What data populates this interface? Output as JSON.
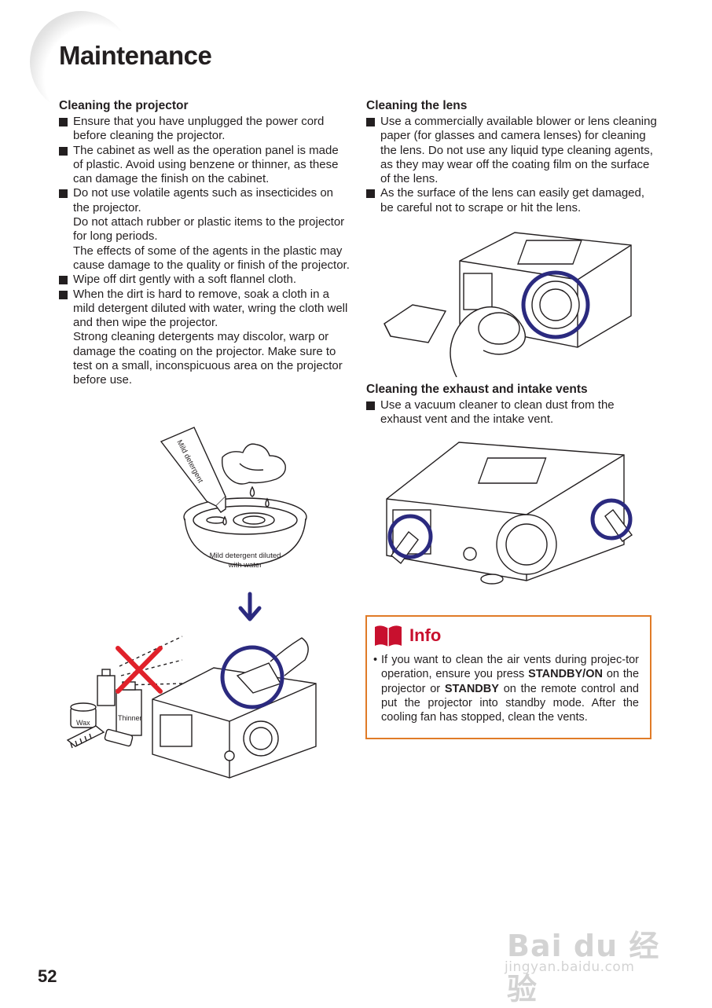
{
  "page": {
    "title": "Maintenance",
    "page_number": "52"
  },
  "cleaning_projector": {
    "heading": "Cleaning the projector",
    "items": [
      [
        "Ensure that you have unplugged the power cord before cleaning the projector."
      ],
      [
        "The cabinet as well as the operation panel is made of plastic. Avoid using benzene or thinner, as these can damage the finish on the cabinet."
      ],
      [
        "Do not use volatile agents such as insecticides on the projector.",
        "Do not attach rubber or plastic items to the projector for long periods.",
        "The effects of some of the agents in the plastic may cause damage to the quality or finish of the projector."
      ],
      [
        "Wipe off dirt gently with a soft flannel cloth."
      ],
      [
        "When the dirt is hard to remove, soak a cloth in a mild detergent diluted with water, wring the cloth well and then wipe the projector.",
        "Strong cleaning detergents may discolor, warp or damage the coating on the projector. Make sure to test on a small, inconspicuous area on the projector before use."
      ]
    ]
  },
  "illustration_detergent": {
    "bottle_label": "Mild detergent",
    "bowl_label_line1": "Mild detergent diluted",
    "bowl_label_line2": "with water"
  },
  "illustration_wipe": {
    "wax_label": "Wax",
    "thinner_label": "Thinner"
  },
  "cleaning_lens": {
    "heading": "Cleaning the lens",
    "items": [
      [
        "Use a commercially available blower or lens cleaning paper (for glasses and camera lenses) for cleaning the lens. Do not use any liquid type cleaning agents, as they may wear off the coating film on the surface of the lens."
      ],
      [
        "As the surface of the lens can easily get damaged, be careful not to scrape or hit the lens."
      ]
    ]
  },
  "cleaning_vents": {
    "heading": "Cleaning the exhaust and intake vents",
    "items": [
      [
        "Use a vacuum cleaner to clean dust from the exhaust vent and the intake vent."
      ]
    ]
  },
  "info": {
    "title": "Info",
    "text_1": "If you want to clean the air vents during projec-tor operation, ensure you press ",
    "button_1": "STANDBY/ON",
    "text_2": " on the projector or ",
    "button_2": "STANDBY",
    "text_3": " on the remote control and put the projector into standby mode. After the cooling fan has stopped, clean the vents."
  },
  "watermark": {
    "brand": "Bai du 经验",
    "url": "jingyan.baidu.com"
  },
  "colors": {
    "highlight_circle": "#2b2a7f",
    "prohibit_x": "#e0212a",
    "info_border": "#e07b27",
    "info_title": "#c8102e",
    "text": "#231f20"
  }
}
